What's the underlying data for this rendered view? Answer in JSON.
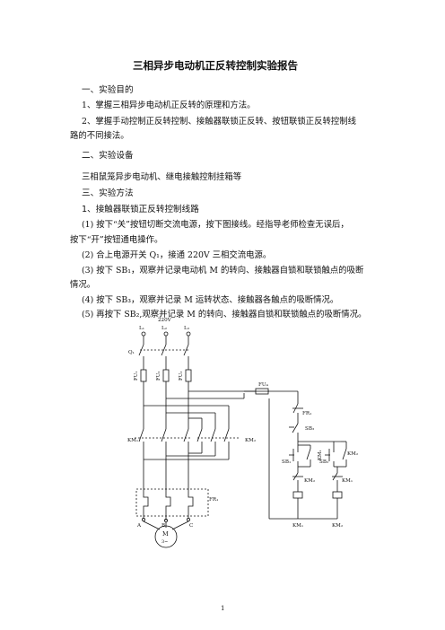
{
  "title": "三相异步电动机正反转控制实验报告",
  "sections": {
    "s1_head": "一、实验目的",
    "s1_item1": "1、掌握三相异步电动机正反转的原理和方法。",
    "s1_item2_line1": "2、掌握手动控制正反转控制、接触器联锁正反转、按钮联锁正反转控制线",
    "s1_item2_line2": "路的不同接法。",
    "s2_head": "二、实验设备",
    "s2_body": "三相鼠笼异步电动机、继电接触控制挂箱等",
    "s3_head": "三、实验方法",
    "s3_sub": "1、接触器联锁正反转控制线路",
    "step1_line1": "(1)  按下“关”按钮切断交流电源，按下图接线。经指导老师检查无误后，",
    "step1_line2": "按下“开”按钮通电操作。",
    "step2": "(2)  合上电源开关 Q₁，接通 220V 三相交流电源。",
    "step3_line1": "(3)  按下 SB₁，观察并记录电动机 M 的转向、接触器自锁和联锁触点的吸断",
    "step3_line2": "情况。",
    "step4": "(4)  按下 SB₃，观察并记录 M 运转状态、接触器各触点的吸断情况。",
    "step5": "(5)  再按下 SB₂,观察并记录 M 的转向、接触器自锁和联锁触点的吸断情况。"
  },
  "diagram": {
    "voltage": "220V",
    "l1": "L₁",
    "l2": "L₂",
    "l3": "L₃",
    "q1": "Q₁",
    "fu1": "FU₁",
    "fu2": "FU₂",
    "fu3": "FU₃",
    "fu4": "FU₄",
    "fr1": "FR₁",
    "fr1_ctrl": "FR₁",
    "sb3": "SB₃",
    "sb1": "SB₁",
    "sb2": "SB₂",
    "km1_main": "KM₁",
    "km2_main": "KM₂",
    "km1_hold": "KM₁",
    "km2_hold": "KM₂",
    "km2_interlock": "KM₂",
    "km1_interlock": "KM₁",
    "coil_km1": "KM₁",
    "coil_km2": "KM₂",
    "phase_a": "A",
    "phase_b": "B",
    "phase_c": "C",
    "motor_m": "M",
    "motor_3": "3~"
  },
  "page_number": "1"
}
